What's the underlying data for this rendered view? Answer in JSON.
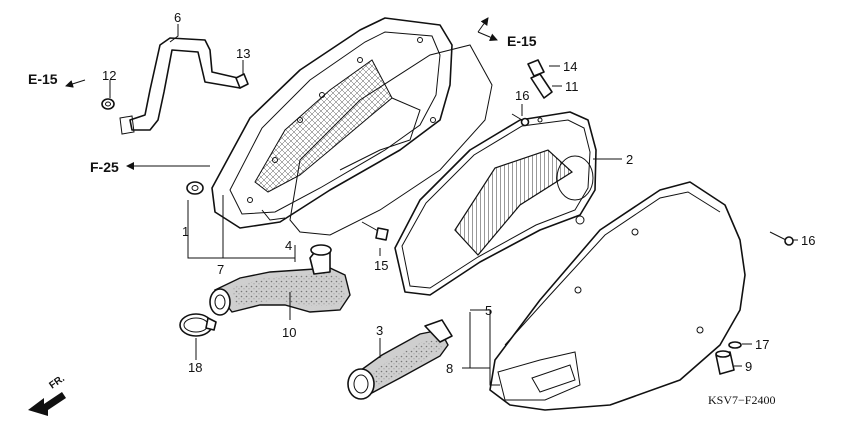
{
  "diagram": {
    "code": "KSV7−F2400",
    "direction_label": "FR.",
    "refs": {
      "e15_left": "E-15",
      "e15_right": "E-15",
      "f25": "F-25"
    },
    "parts": {
      "p1": "1",
      "p2": "2",
      "p3": "3",
      "p4": "4",
      "p5": "5",
      "p6": "6",
      "p7": "7",
      "p8": "8",
      "p9": "9",
      "p10": "10",
      "p11": "11",
      "p12": "12",
      "p13": "13",
      "p14": "14",
      "p15": "15",
      "p16a": "16",
      "p16b": "16",
      "p17": "17",
      "p18": "18"
    }
  }
}
